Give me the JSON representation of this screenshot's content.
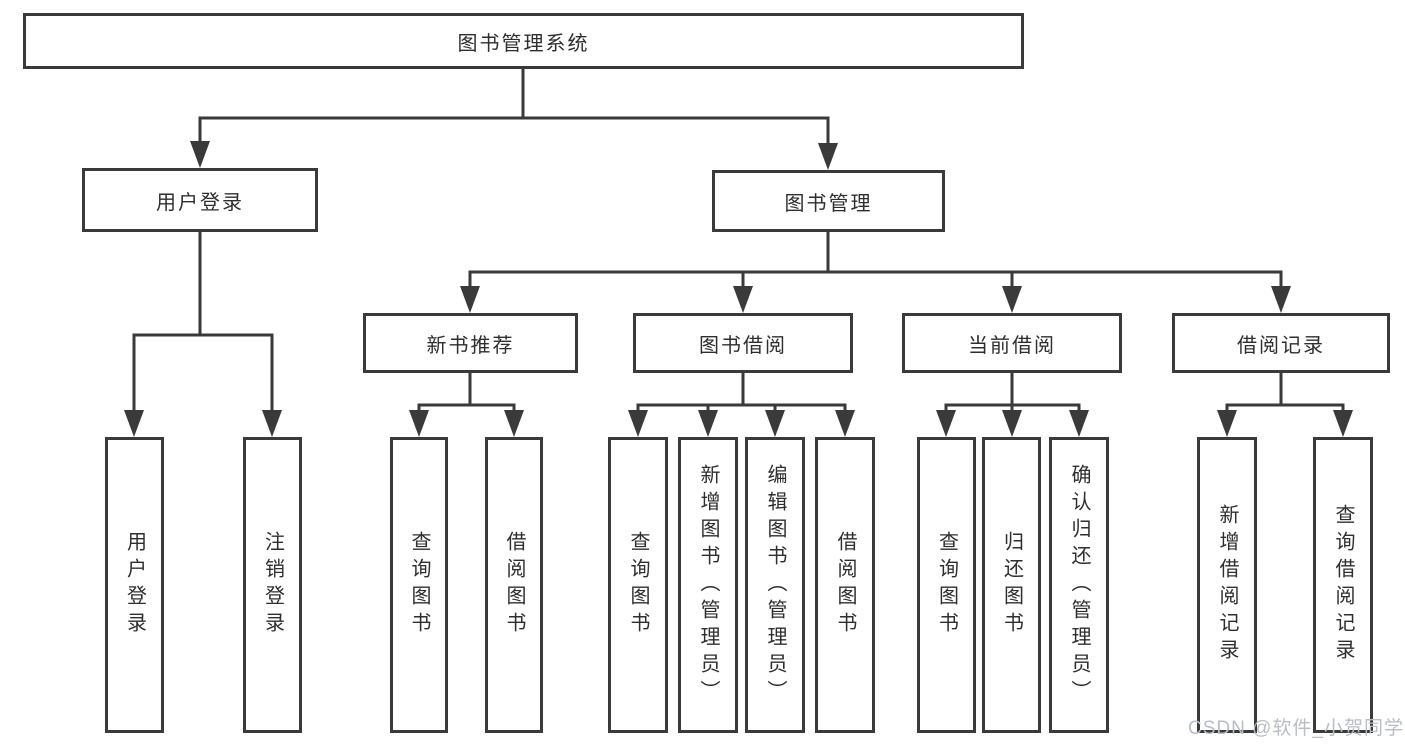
{
  "colors": {
    "line": "#3a3a3a",
    "text": "#2e2e2e",
    "box_background": "#ffffff",
    "watermark": "#b9bdc4"
  },
  "nodes": {
    "root": "图书管理系统",
    "user_login": "用户登录",
    "book_management": "图书管理",
    "new_book_recommend": "新书推荐",
    "book_borrow": "图书借阅",
    "current_borrow": "当前借阅",
    "borrow_record": "借阅记录"
  },
  "leaves": {
    "user_login": [
      "用户登录",
      "注销登录"
    ],
    "new_book_recommend": [
      "查询图书",
      "借阅图书"
    ],
    "book_borrow": [
      "查询图书",
      "新增图书（管理员）",
      "编辑图书（管理员）",
      "借阅图书"
    ],
    "current_borrow": [
      "查询图书",
      "归还图书",
      "确认归还（管理员）"
    ],
    "borrow_record": [
      "新增借阅记录",
      "查询借阅记录"
    ]
  },
  "watermark": "CSDN @软件_小贺同学"
}
